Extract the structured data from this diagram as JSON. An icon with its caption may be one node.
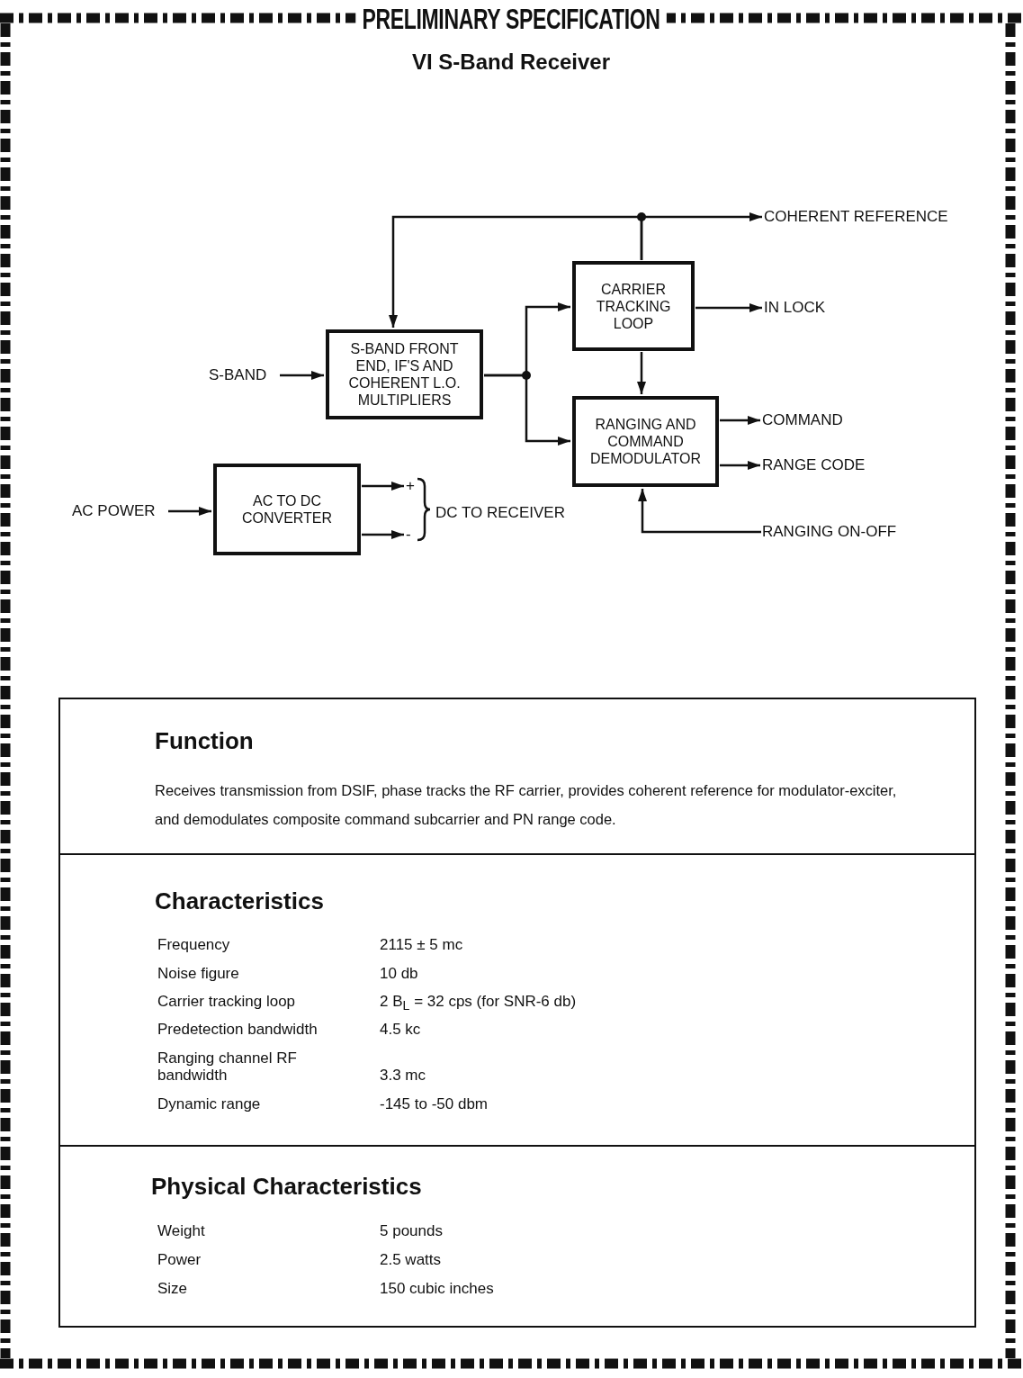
{
  "diagram": {
    "title": "PRELIMINARY SPECIFICATION",
    "nodes": [
      {
        "text": [
          "S-BAND"
        ]
      },
      {
        "text": [
          "S-BAND FRONT END, IF'S AND COHERENT L.O. MULTIPLIERS"
        ]
      },
      {
        "text": [
          "CARRIER TRACKING LOOP"
        ]
      },
      {
        "text": [
          "RANGING AND COMMAND DEMODULATOR"
        ]
      },
      {
        "text": [
          "COHERENT REFERENCE"
        ]
      },
      {
        "text": [
          "IN LOCK"
        ]
      },
      {
        "text": [
          "COMMAND"
        ]
      },
      {
        "text": [
          "RANGE CODE"
        ]
      },
      {
        "text": [
          "RANGING ON-OFF"
        ]
      },
      {
        "text": [
          "AC POWER"
        ]
      },
      {
        "text": [
          "AC TO DC CONVERTER"
        ]
      },
      {
        "text": [
          "+"
        ]
      },
      {
        "text": [
          "-"
        ]
      },
      {
        "text": [
          "DC TO RECEIVER"
        ]
      }
    ],
    "edges": [
      {
        "from": 0,
        "to": 1,
        "arrow": "to"
      },
      {
        "from": 1,
        "to": 2,
        "arrow": "to"
      },
      {
        "from": 1,
        "to": 3,
        "arrow": "to"
      },
      {
        "from": 2,
        "to": 4,
        "arrow": "to"
      },
      {
        "from": 2,
        "to": 1,
        "arrow": "to"
      },
      {
        "from": 2,
        "to": 5,
        "arrow": "to"
      },
      {
        "from": 2,
        "to": 3,
        "arrow": "to"
      },
      {
        "from": 3,
        "to": 6,
        "arrow": "to"
      },
      {
        "from": 3,
        "to": 7,
        "arrow": "to"
      },
      {
        "from": 8,
        "to": 3,
        "arrow": "to"
      },
      {
        "from": 9,
        "to": 10,
        "arrow": "to"
      },
      {
        "from": 10,
        "to": 11,
        "arrow": "to"
      },
      {
        "from": 10,
        "to": 12,
        "arrow": "to"
      }
    ],
    "labels": [
      "VI S-Band Receiver",
      "Function",
      "Receives transmission from DSIF, phase tracks the RF carrier, provides coherent reference for modulator-exciter, and demodulates composite command subcarrier and PN range code.",
      "Characteristics",
      "Frequency",
      "2115 ± 5 mc",
      "Noise figure",
      "10 db",
      "Carrier tracking loop",
      "2 B$_{L}$ = 32 cps (for SNR-6 db)",
      "Predetection bandwidth",
      "4.5 kc",
      "Ranging channel RF bandwidth",
      "3.3 mc",
      "Dynamic range",
      "-145 to -50 dbm",
      "Physical Characteristics",
      "Weight",
      "5 pounds",
      "Power",
      "2.5 watts",
      "Size",
      "150 cubic inches"
    ]
  }
}
